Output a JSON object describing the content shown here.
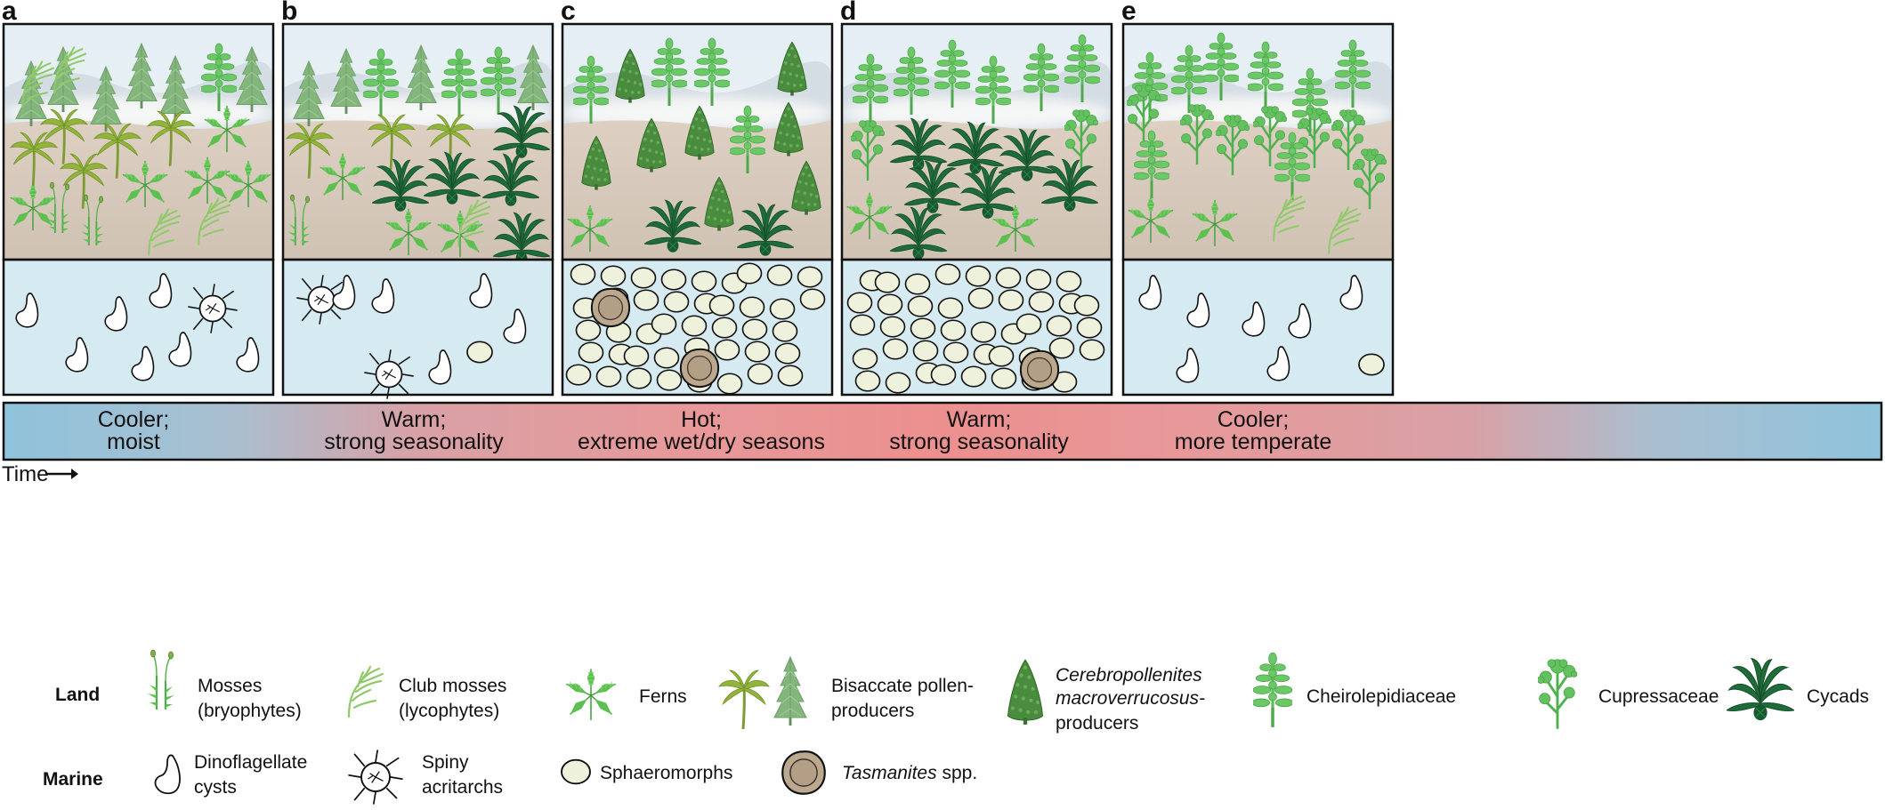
{
  "panels": [
    {
      "letter": "a",
      "land": [
        "bisaccate_conifer",
        "bisaccate_conifer",
        "bisaccate_conifer",
        "bisaccate_conifer",
        "bisaccate_conifer",
        "cheirolepidiaceae",
        "bisaccate_conifer",
        "bisaccate_palm",
        "bisaccate_palm",
        "bisaccate_palm",
        "bisaccate_palm",
        "bisaccate_palm",
        "fern",
        "fern",
        "fern",
        "fern",
        "fern",
        "moss",
        "moss",
        "club_moss",
        "club_moss",
        "club_moss",
        "club_moss"
      ],
      "marine": [
        "dinoflagellate_cyst",
        "dinoflagellate_cyst",
        "dinoflagellate_cyst",
        "dinoflagellate_cyst",
        "dinoflagellate_cyst",
        "dinoflagellate_cyst",
        "dinoflagellate_cyst",
        "spiny_acritarch"
      ]
    },
    {
      "letter": "b",
      "land": [
        "bisaccate_conifer",
        "bisaccate_conifer",
        "cheirolepidiaceae",
        "bisaccate_conifer",
        "cheirolepidiaceae",
        "cheirolepidiaceae",
        "bisaccate_conifer",
        "bisaccate_palm",
        "bisaccate_palm",
        "bisaccate_palm",
        "cycad",
        "cycad",
        "cycad",
        "cycad",
        "cycad",
        "fern",
        "fern",
        "fern",
        "moss",
        "club_moss"
      ],
      "marine": [
        "spiny_acritarch",
        "spiny_acritarch",
        "dinoflagellate_cyst",
        "dinoflagellate_cyst",
        "dinoflagellate_cyst",
        "dinoflagellate_cyst",
        "dinoflagellate_cyst",
        "sphaeromorph"
      ]
    },
    {
      "letter": "c",
      "land": [
        "cheirolepidiaceae",
        "cerebropollenites",
        "cheirolepidiaceae",
        "cheirolepidiaceae",
        "cerebropollenites",
        "cerebropollenites",
        "cerebropollenites",
        "cerebropollenites",
        "cheirolepidiaceae",
        "cerebropollenites",
        "cerebropollenites",
        "cerebropollenites",
        "fern",
        "cycad",
        "cycad"
      ],
      "marine": [
        "sphaeromorph",
        "tasmanites",
        "tasmanites"
      ]
    },
    {
      "letter": "d",
      "land": [
        "cheirolepidiaceae",
        "cheirolepidiaceae",
        "cheirolepidiaceae",
        "cheirolepidiaceae",
        "cheirolepidiaceae",
        "cheirolepidiaceae",
        "cupressaceae",
        "cupressaceae",
        "cycad",
        "cycad",
        "cycad",
        "cycad",
        "cycad",
        "cycad",
        "cycad",
        "fern",
        "fern"
      ],
      "marine": [
        "sphaeromorph",
        "tasmanites"
      ]
    },
    {
      "letter": "e",
      "land": [
        "cheirolepidiaceae",
        "cheirolepidiaceae",
        "cheirolepidiaceae",
        "cheirolepidiaceae",
        "cheirolepidiaceae",
        "cheirolepidiaceae",
        "cupressaceae",
        "cupressaceae",
        "cupressaceae",
        "cupressaceae",
        "cupressaceae",
        "cupressaceae",
        "cupressaceae",
        "cheirolepidiaceae",
        "cheirolepidiaceae",
        "fern",
        "fern",
        "club_moss",
        "club_moss"
      ],
      "marine": [
        "dinoflagellate_cyst",
        "dinoflagellate_cyst",
        "dinoflagellate_cyst",
        "dinoflagellate_cyst",
        "dinoflagellate_cyst",
        "dinoflagellate_cyst",
        "dinoflagellate_cyst",
        "sphaeromorph"
      ]
    }
  ],
  "climate_band": {
    "labels": [
      {
        "line1": "Cooler;",
        "line2": "moist"
      },
      {
        "line1": "Warm;",
        "line2": "strong seasonality"
      },
      {
        "line1": "Hot;",
        "line2": "extreme wet/dry seasons"
      },
      {
        "line1": "Warm;",
        "line2": "strong seasonality"
      },
      {
        "line1": "Cooler;",
        "line2": "more temperate"
      }
    ],
    "colors": {
      "cool": "#8fc3dc",
      "warm": "#e48e8e"
    }
  },
  "time_label": "Time",
  "legend": {
    "land_label": "Land",
    "marine_label": "Marine",
    "land": [
      {
        "icon": "moss-icon",
        "lines": [
          "Mosses",
          "(bryophytes)"
        ]
      },
      {
        "icon": "club-moss-icon",
        "lines": [
          "Club mosses",
          "(lycophytes)"
        ]
      },
      {
        "icon": "fern-icon",
        "lines": [
          "Ferns"
        ]
      },
      {
        "icon": "bisaccate-icon",
        "lines": [
          "Bisaccate pollen-",
          "producers"
        ]
      },
      {
        "icon": "cerebropollenites-icon",
        "lines": [
          "Cerebropollenites",
          "macroverrucosus-",
          "producers"
        ]
      },
      {
        "icon": "cheirolepidiaceae-icon",
        "lines": [
          "Cheirolepidiaceae"
        ]
      },
      {
        "icon": "cupressaceae-icon",
        "lines": [
          "Cupressaceae"
        ]
      },
      {
        "icon": "cycad-icon",
        "lines": [
          "Cycads"
        ]
      }
    ],
    "marine": [
      {
        "icon": "dinoflagellate-cyst-icon",
        "lines": [
          "Dinoflagellate",
          "cysts"
        ]
      },
      {
        "icon": "spiny-acritarch-icon",
        "lines": [
          "Spiny",
          "acritarchs"
        ]
      },
      {
        "icon": "sphaeromorph-icon",
        "lines": [
          "Sphaeromorphs"
        ]
      },
      {
        "icon": "tasmanites-icon",
        "name": "Tasmanites",
        "suffix": " spp."
      }
    ]
  },
  "palette": {
    "sky": "#dbe9f0",
    "ground": "#d6c7b8",
    "water": "#d6eaf2",
    "conifer": "#83b57c",
    "cheiro": "#5fbf5d",
    "cycad": "#1f6b3a",
    "palm": "#93b43b",
    "fern": "#56b84a",
    "cerebro": "#4a8c3e",
    "sphaeromorph": "#eef2dc",
    "tasmanites": "#bba88f"
  }
}
